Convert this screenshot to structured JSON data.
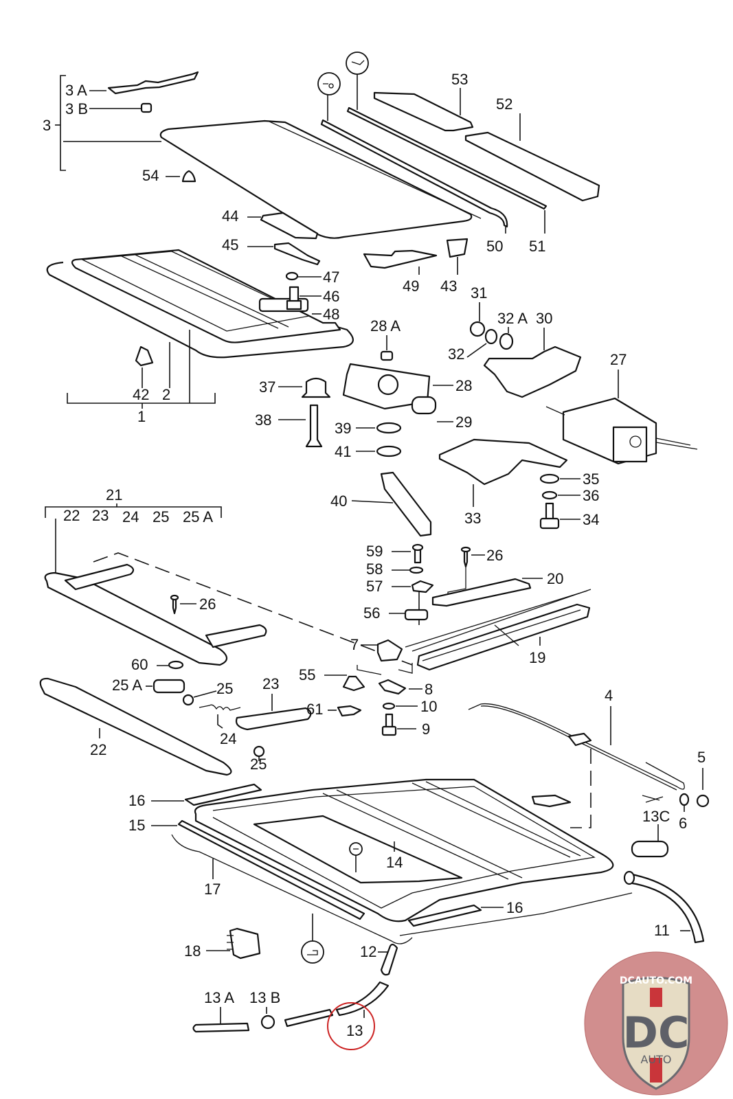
{
  "diagram": {
    "title": "Sunroof assembly exploded parts diagram",
    "callouts": [
      "1",
      "2",
      "3",
      "3A",
      "3B",
      "4",
      "5",
      "6",
      "7",
      "8",
      "9",
      "10",
      "11",
      "12",
      "13",
      "13A",
      "13B",
      "13C",
      "14",
      "15",
      "16",
      "17",
      "18",
      "19",
      "20",
      "21",
      "22",
      "23",
      "24",
      "25",
      "25A",
      "26",
      "27",
      "28",
      "28A",
      "29",
      "30",
      "31",
      "32",
      "32A",
      "33",
      "34",
      "35",
      "36",
      "37",
      "38",
      "39",
      "40",
      "41",
      "42",
      "43",
      "44",
      "45",
      "46",
      "47",
      "48",
      "49",
      "50",
      "51",
      "52",
      "53",
      "54",
      "55",
      "56",
      "57",
      "58",
      "59",
      "60",
      "61"
    ],
    "group_21_members": [
      "22",
      "23",
      "24",
      "25",
      "25A"
    ],
    "highlighted_callout": "13",
    "highlight_color": "#cc2222",
    "symbol_circles": [
      "adhesive-symbol",
      "grease-symbol",
      "sealant-symbol",
      "clip-symbol"
    ]
  },
  "labels": {
    "l3": "3",
    "l3A": "3 A",
    "l3B": "3 B",
    "l54": "54",
    "l53": "53",
    "l52": "52",
    "l50": "50",
    "l51": "51",
    "l44": "44",
    "l45": "45",
    "l47": "47",
    "l46": "46",
    "l48": "48",
    "l49": "49",
    "l43": "43",
    "l42": "42",
    "l2": "2",
    "l1": "1",
    "l31": "31",
    "l32A": "32 A",
    "l30": "30",
    "l32": "32",
    "l28A": "28 A",
    "l28": "28",
    "l27": "27",
    "l37": "37",
    "l38": "38",
    "l39": "39",
    "l29": "29",
    "l41": "41",
    "l40": "40",
    "l33": "33",
    "l35": "35",
    "l36": "36",
    "l34": "34",
    "l21": "21",
    "l22g": "22",
    "l23g": "23",
    "l24g": "24",
    "l25g": "25",
    "l25Ag": "25 A",
    "l26a": "26",
    "l26b": "26",
    "l59": "59",
    "l58": "58",
    "l57": "57",
    "l56": "56",
    "l20": "20",
    "l19": "19",
    "l7": "7",
    "l55": "55",
    "l8": "8",
    "l10": "10",
    "l9": "9",
    "l61": "61",
    "l60": "60",
    "l25A": "25 A",
    "l25a": "25",
    "l25b": "25",
    "l23": "23",
    "l24": "24",
    "l22": "22",
    "l4": "4",
    "l5": "5",
    "l6": "6",
    "l13C": "13C",
    "l16a": "16",
    "l15": "15",
    "l14": "14",
    "l17": "17",
    "l16b": "16",
    "l11": "11",
    "l18": "18",
    "l12": "12",
    "l13A": "13 A",
    "l13B": "13 B",
    "l13": "13"
  },
  "watermark": {
    "url_text": "DCAUTO.COM",
    "logo_letters": "DC",
    "logo_sub": "AUTO",
    "colors": {
      "circle": "#c97a7a",
      "shield": "#e6dcc4",
      "letters": "#5e6068",
      "stripe": "#c9353a"
    }
  }
}
